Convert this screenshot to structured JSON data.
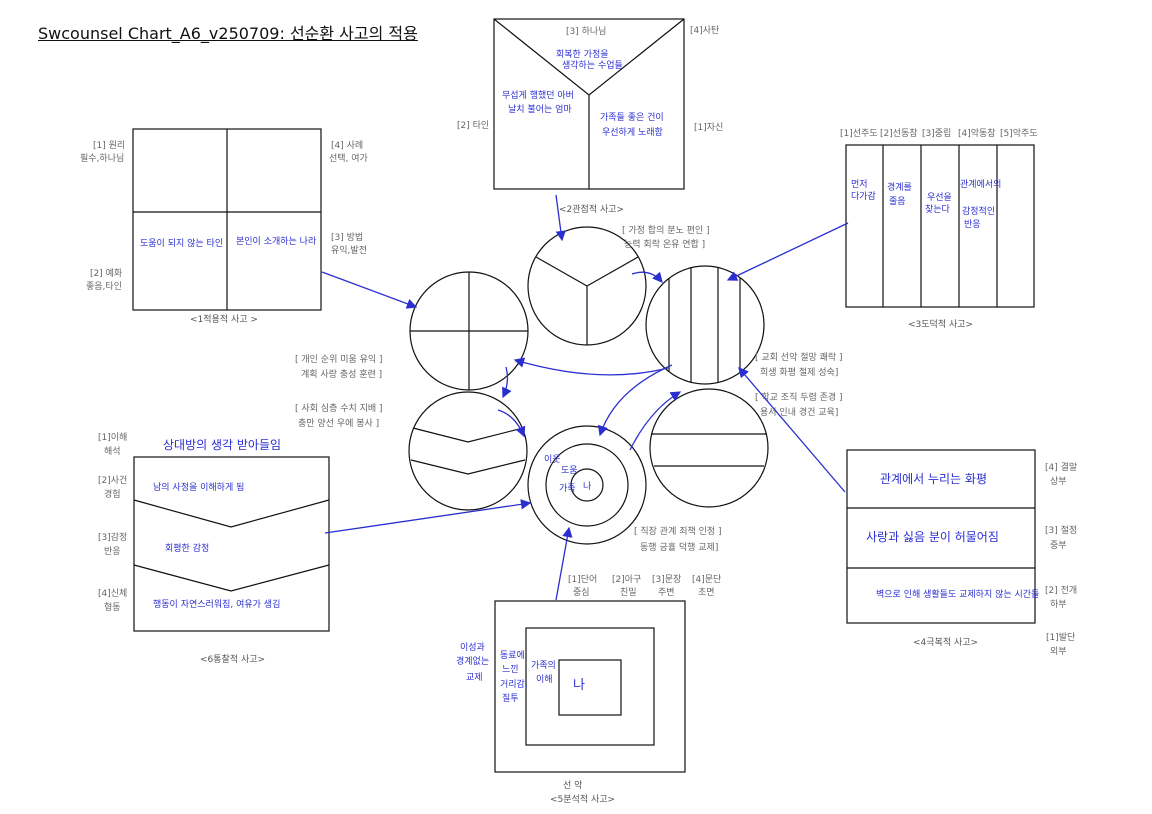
{
  "title": "Swcounsel Chart_A6_v250709: 선순환 사고의 적용",
  "applied": {
    "caption": "<1적용적 사고 >",
    "q1": [
      "[1] 원리",
      "필수,하나님"
    ],
    "q4": [
      "[4] 사례",
      "선택, 여가"
    ],
    "q2": [
      "[2] 예화",
      "좋음,타인"
    ],
    "q3": [
      "[3] 방법",
      "유익,발전"
    ],
    "hand_left": "도움이 되지 않는 타인",
    "hand_right": "본인이 소개하는 나라"
  },
  "relational": {
    "caption": "<2관점적 사고>",
    "top": "[3] 하나님",
    "right_top": "[4]사탄",
    "left": "[2] 타인",
    "right": "[1]자신",
    "hand_top": [
      "회복한 가정을",
      "생각하는 수업들"
    ],
    "hand_left": [
      "무섭게 행했던 아버",
      "날치 불어는 엄마"
    ],
    "hand_right": [
      "가족들 좋은 건이",
      "우선하게 노래함"
    ]
  },
  "moral": {
    "caption": "<3도덕적 사고>",
    "header": [
      "[1]선주도",
      "[2]선동참",
      "[3]중립",
      "[4]악동참",
      "[5]악주도"
    ],
    "hand": [
      [
        "먼저",
        "다가감"
      ],
      [
        "경계를",
        "줄음"
      ],
      [
        "우선을",
        "찾는다"
      ],
      [
        "관계에서의",
        "감정적인",
        "반응"
      ],
      [
        ""
      ]
    ]
  },
  "kingdom": {
    "caption": "<4극복적 사고>",
    "labels": [
      [
        "[4] 결말",
        "상부"
      ],
      [
        "[3] 절정",
        "중부"
      ],
      [
        "[2] 전개",
        "하부"
      ],
      [
        "[1]발단",
        "외부"
      ]
    ],
    "hand": [
      "관계에서 누리는 화평",
      "사랑과 싫음 분이 허물어짐",
      "벽으로 인해 생활들도 교제하지 않는 시간들"
    ]
  },
  "analytic": {
    "caption": "<5분석적 사고>",
    "bottom": "선     악",
    "header": [
      [
        "[1]단어",
        "중심"
      ],
      [
        "[2]아구",
        "친밀"
      ],
      [
        "[3]문장",
        "주변"
      ],
      [
        "[4]문단",
        "초면"
      ]
    ],
    "center": "나",
    "hand_outer": [
      "이성과",
      "경계없는",
      "교제"
    ],
    "hand_mid": [
      "동료에",
      "느낀",
      "거리감,",
      "질투"
    ],
    "hand_inner": [
      "가족의",
      "이해"
    ]
  },
  "insight": {
    "caption": "<6통찰적 사고>",
    "header": "상대방의 생각 받아들임",
    "labels": [
      [
        "[1]이해",
        "해석"
      ],
      [
        "[2]사건",
        "경험"
      ],
      [
        "[3]감정",
        "반응"
      ],
      [
        "[4]신체",
        "형동"
      ]
    ],
    "hand": [
      "남의 사정을 이해하게 됨",
      "회평한 감정",
      "행동이 자연스러워짐, 여유가 생김"
    ]
  },
  "center": {
    "core": "나",
    "ring2": "도움",
    "ring3": "이웃",
    "ring_mid": "가족"
  },
  "texts": {
    "t1": "[ 가정 합의 분노 편인 ]",
    "t2": "능력 회락 온유 연합 ]",
    "t3": "[ 개인 순위 미움 유익 ]",
    "t4": "계획 사랑 충성 훈련 ]",
    "t5": "[ 사회 심층 수치 지배 ]",
    "t6": "충만 양선 우에 봉사 ]",
    "t7": "[ 교회 선악 절망 쾌락 ]",
    "t8": "희생 화평 절제 성숙]",
    "t9": "[ 학교 조직 두렴 존경 ]",
    "t10": "용서 인내 경건 교육]",
    "t11": "[ 직장 관계 죄책 인정 ]",
    "t12": "동행 긍휼 덕행 교제]"
  }
}
